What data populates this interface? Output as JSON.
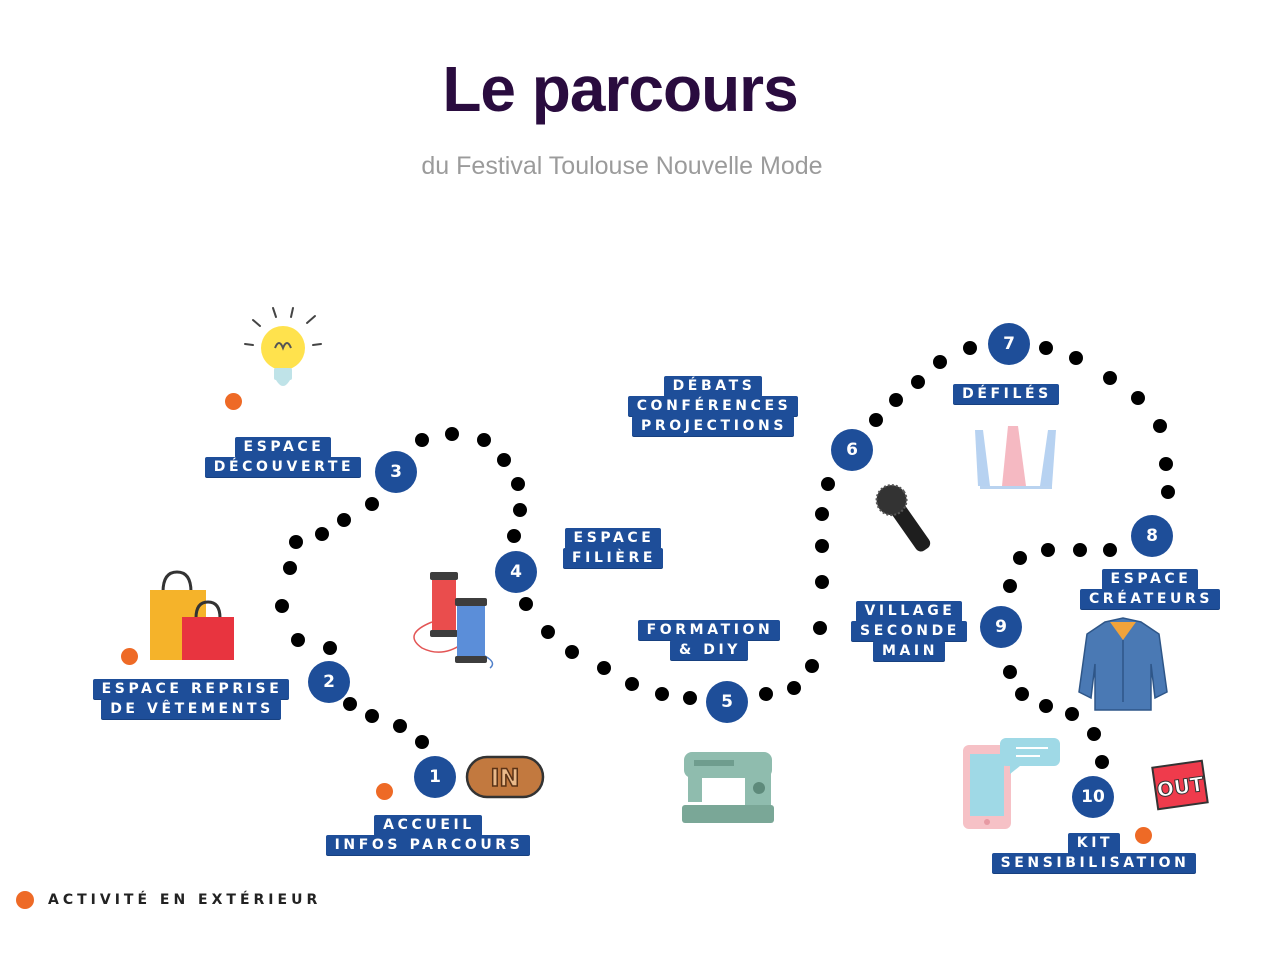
{
  "header": {
    "title": "Le parcours",
    "subtitle": "du Festival Toulouse Nouvelle Mode"
  },
  "colors": {
    "path_dots": "#000000",
    "label_bg": "#1e4e99",
    "outdoor_dot": "#ee6a26",
    "title": "#2a0c3f"
  },
  "steps": [
    {
      "number": "1",
      "label_lines": [
        "ACCUEIL",
        "INFOS PARCOURS"
      ]
    },
    {
      "number": "2",
      "label_lines": [
        "ESPACE REPRISE",
        "DE VÊTEMENTS"
      ]
    },
    {
      "number": "3",
      "label_lines": [
        "ESPACE",
        "DÉCOUVERTE"
      ]
    },
    {
      "number": "4",
      "label_lines": [
        "ESPACE",
        "FILIÈRE"
      ]
    },
    {
      "number": "5",
      "label_lines": [
        "FORMATION",
        "& DIY"
      ]
    },
    {
      "number": "6",
      "label_lines": [
        "DÉBATS",
        "CONFÉRENCES",
        "PROJECTIONS"
      ]
    },
    {
      "number": "7",
      "label_lines": [
        "DÉFILÉS"
      ]
    },
    {
      "number": "8",
      "label_lines": [
        "ESPACE",
        "CRÉATEURS"
      ]
    },
    {
      "number": "9",
      "label_lines": [
        "VILLAGE",
        "SECONDE",
        "MAIN"
      ]
    },
    {
      "number": "10",
      "label_lines": [
        "KIT",
        "SENSIBILISATION"
      ]
    }
  ],
  "badges": {
    "in": "IN",
    "out": "OUT"
  },
  "icons": [
    "lightbulb-icon",
    "shopping-bags-icon",
    "thread-spools-icon",
    "sewing-machine-icon",
    "microphone-icon",
    "spotlights-icon",
    "denim-jacket-icon",
    "phone-chat-icon"
  ],
  "legend": {
    "text": "ACTIVITÉ EN EXTÉRIEUR"
  }
}
